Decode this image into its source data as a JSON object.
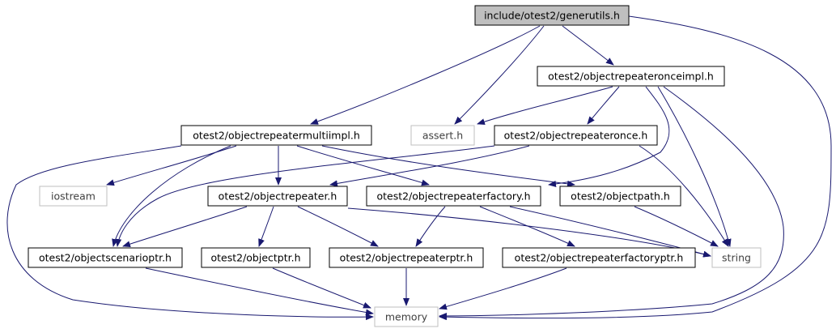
{
  "diagram": {
    "type": "include-dependency-graph",
    "colors": {
      "root_fill": "#bfbfbf",
      "node_border": "#000000",
      "external_border": "#bfbfbf",
      "external_text": "#404040",
      "edge": "#191970"
    },
    "nodes": [
      {
        "id": "generutils",
        "label": "include/otest2/generutils.h",
        "kind": "root"
      },
      {
        "id": "onceimpl",
        "label": "otest2/objectrepeateronceimpl.h",
        "kind": "internal"
      },
      {
        "id": "multiimpl",
        "label": "otest2/objectrepeatermultiimpl.h",
        "kind": "internal"
      },
      {
        "id": "assert",
        "label": "assert.h",
        "kind": "external"
      },
      {
        "id": "once",
        "label": "otest2/objectrepeateronce.h",
        "kind": "internal"
      },
      {
        "id": "iostream",
        "label": "iostream",
        "kind": "external"
      },
      {
        "id": "repeater",
        "label": "otest2/objectrepeater.h",
        "kind": "internal"
      },
      {
        "id": "factory",
        "label": "otest2/objectrepeaterfactory.h",
        "kind": "internal"
      },
      {
        "id": "path",
        "label": "otest2/objectpath.h",
        "kind": "internal"
      },
      {
        "id": "scenarioptr",
        "label": "otest2/objectscenarioptr.h",
        "kind": "internal"
      },
      {
        "id": "objectptr",
        "label": "otest2/objectptr.h",
        "kind": "internal"
      },
      {
        "id": "repeaterptr",
        "label": "otest2/objectrepeaterptr.h",
        "kind": "internal"
      },
      {
        "id": "factoryptr",
        "label": "otest2/objectrepeaterfactoryptr.h",
        "kind": "internal"
      },
      {
        "id": "string",
        "label": "string",
        "kind": "external"
      },
      {
        "id": "memory",
        "label": "memory",
        "kind": "external"
      }
    ],
    "edges": [
      [
        "generutils",
        "onceimpl"
      ],
      [
        "generutils",
        "multiimpl"
      ],
      [
        "generutils",
        "assert"
      ],
      [
        "generutils",
        "memory"
      ],
      [
        "onceimpl",
        "assert"
      ],
      [
        "onceimpl",
        "once"
      ],
      [
        "onceimpl",
        "factory"
      ],
      [
        "onceimpl",
        "string"
      ],
      [
        "onceimpl",
        "memory"
      ],
      [
        "multiimpl",
        "iostream"
      ],
      [
        "multiimpl",
        "repeater"
      ],
      [
        "multiimpl",
        "factory"
      ],
      [
        "multiimpl",
        "path"
      ],
      [
        "multiimpl",
        "scenarioptr"
      ],
      [
        "multiimpl",
        "memory"
      ],
      [
        "once",
        "repeater"
      ],
      [
        "once",
        "scenarioptr"
      ],
      [
        "once",
        "string"
      ],
      [
        "repeater",
        "scenarioptr"
      ],
      [
        "repeater",
        "objectptr"
      ],
      [
        "repeater",
        "repeaterptr"
      ],
      [
        "repeater",
        "string"
      ],
      [
        "factory",
        "repeaterptr"
      ],
      [
        "factory",
        "factoryptr"
      ],
      [
        "factory",
        "string"
      ],
      [
        "path",
        "string"
      ],
      [
        "scenarioptr",
        "memory"
      ],
      [
        "objectptr",
        "memory"
      ],
      [
        "repeaterptr",
        "memory"
      ],
      [
        "factoryptr",
        "memory"
      ]
    ]
  }
}
